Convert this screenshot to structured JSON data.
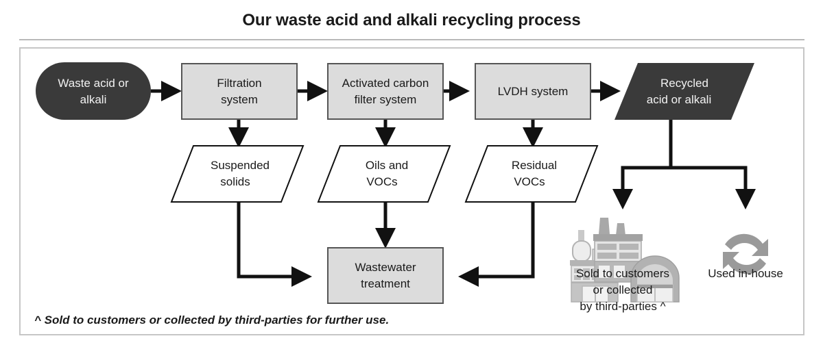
{
  "title": "Our waste acid and alkali recycling process",
  "colors": {
    "dark_node_fill": "#3a3a3a",
    "dark_node_text": "#f2f2f2",
    "process_fill": "#dcdcdc",
    "process_stroke": "#555555",
    "parallelogram_fill": "#ffffff",
    "parallelogram_stroke": "#111111",
    "line": "#111111",
    "icon_gray": "#9a9a9a",
    "frame_border": "#c6c6c6",
    "rule": "#b9b9b9"
  },
  "nodes": {
    "input": {
      "label_line1": "Waste acid or",
      "label_line2": "alkali",
      "shape": "stadium",
      "style": "dark"
    },
    "filtration": {
      "label_line1": "Filtration",
      "label_line2": "system",
      "shape": "rect",
      "style": "process"
    },
    "carbon_filter": {
      "label_line1": "Activated carbon",
      "label_line2": "filter system",
      "shape": "rect",
      "style": "process"
    },
    "lvdh": {
      "label_line1": "LVDH system",
      "label_line2": "",
      "shape": "rect",
      "style": "process"
    },
    "recycled": {
      "label_line1": "Recycled",
      "label_line2": "acid or alkali",
      "shape": "parallelogram",
      "style": "dark"
    },
    "suspended_solids": {
      "label_line1": "Suspended",
      "label_line2": "solids",
      "shape": "parallelogram",
      "style": "outline"
    },
    "oils_vocs": {
      "label_line1": "Oils and",
      "label_line2": "VOCs",
      "shape": "parallelogram",
      "style": "outline"
    },
    "residual_vocs": {
      "label_line1": "Residual",
      "label_line2": "VOCs",
      "shape": "parallelogram",
      "style": "outline"
    },
    "wastewater": {
      "label_line1": "Wastewater",
      "label_line2": "treatment",
      "shape": "rect",
      "style": "process"
    }
  },
  "outcomes": [
    {
      "icon": "factory-icon",
      "label_line1": "Sold to customers",
      "label_line2": "or collected",
      "label_line3": "by third-parties ^"
    },
    {
      "icon": "recycle-icon",
      "label_line1": "Used in-house",
      "label_line2": "",
      "label_line3": ""
    }
  ],
  "footnote": "^ Sold to customers or collected by third-parties for further use.",
  "chart_data": {
    "type": "flowchart",
    "title": "Our waste acid and alkali recycling process",
    "steps": [
      "Waste acid or alkali",
      "Filtration system",
      "Activated carbon filter system",
      "LVDH system",
      "Recycled acid or alkali"
    ],
    "byproducts": [
      {
        "from": "Filtration system",
        "name": "Suspended solids",
        "to": "Wastewater treatment"
      },
      {
        "from": "Activated carbon filter system",
        "name": "Oils and VOCs",
        "to": "Wastewater treatment"
      },
      {
        "from": "LVDH system",
        "name": "Residual VOCs",
        "to": "Wastewater treatment"
      }
    ],
    "outputs": [
      {
        "from": "Recycled acid or alkali",
        "name": "Sold to customers or collected by third-parties ^"
      },
      {
        "from": "Recycled acid or alkali",
        "name": "Used in-house"
      }
    ]
  }
}
